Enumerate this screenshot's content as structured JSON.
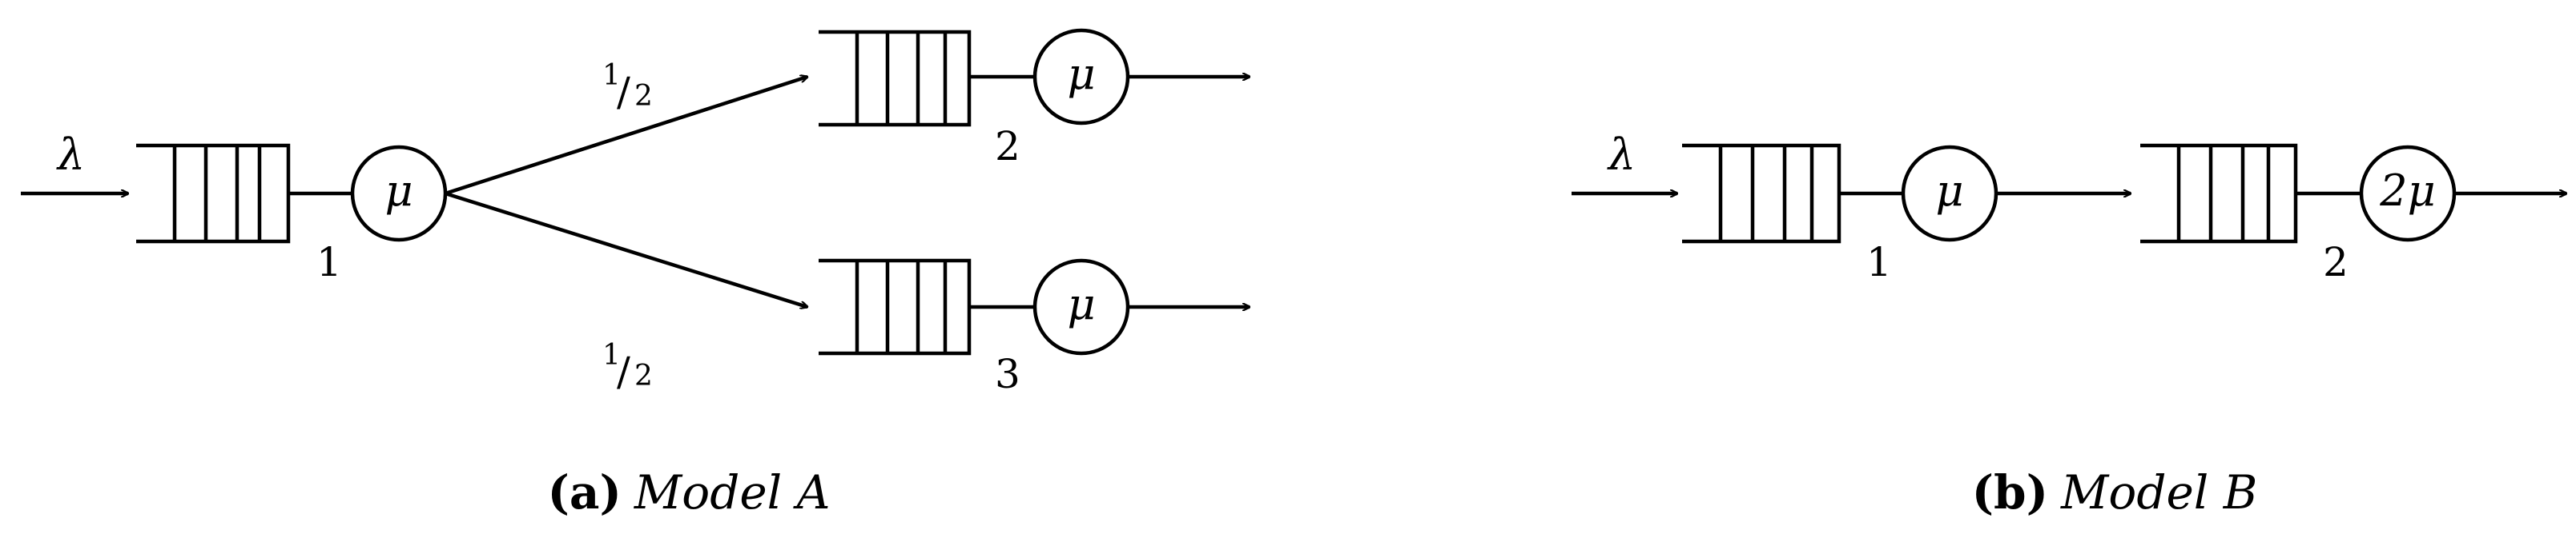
{
  "model_a": {
    "arrival_label": "λ",
    "queue1": {
      "number": "1",
      "server_rate": "μ"
    },
    "queue2": {
      "number": "2",
      "server_rate": "μ"
    },
    "queue3": {
      "number": "3",
      "server_rate": "μ"
    },
    "branch_upper": {
      "num": "1",
      "den": "2"
    },
    "branch_lower": {
      "num": "1",
      "den": "2"
    },
    "caption": {
      "tag": "(a)",
      "title": "Model A"
    }
  },
  "model_b": {
    "arrival_label": "λ",
    "queue1": {
      "number": "1",
      "server_rate": "μ"
    },
    "queue2": {
      "number": "2",
      "server_rate": "2μ"
    },
    "caption": {
      "tag": "(b)",
      "title": "Model B"
    }
  }
}
